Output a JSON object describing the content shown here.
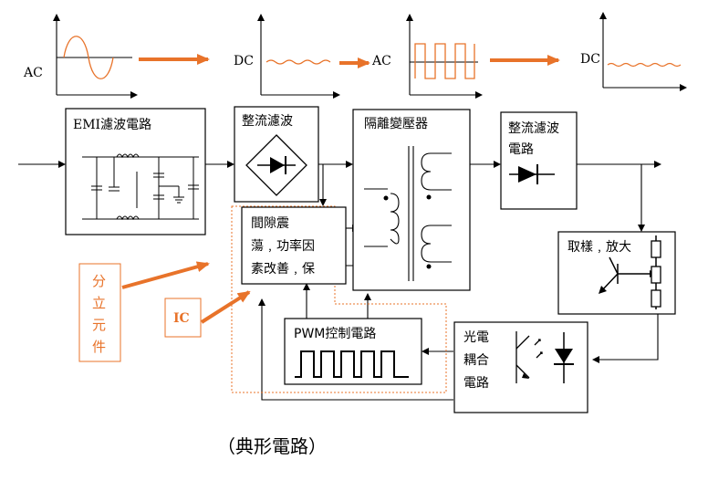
{
  "waveforms": {
    "ac1_label": "AC",
    "dc1_label": "DC",
    "ac2_label": "AC",
    "dc2_label": "DC"
  },
  "blocks": {
    "emi_filter": "EMI濾波電路",
    "rectifier_filter": "整流濾波",
    "isolation_transformer": "隔離變壓器",
    "output_rectifier": [
      "整流濾波",
      "電路"
    ],
    "oscillator": [
      "間隙震",
      "蕩﹐功率因",
      "素改善﹐保"
    ],
    "pwm_control": "PWM控制電路",
    "optocoupler": [
      "光電",
      "耦合",
      "電路"
    ],
    "sampling_amp": "取樣﹐放大"
  },
  "annotations": {
    "discrete": [
      "分",
      "立",
      "元",
      "件"
    ],
    "ic": "IC"
  },
  "caption": "（典形電路）",
  "colors": {
    "accent": "#e8732a",
    "line": "#000000"
  }
}
